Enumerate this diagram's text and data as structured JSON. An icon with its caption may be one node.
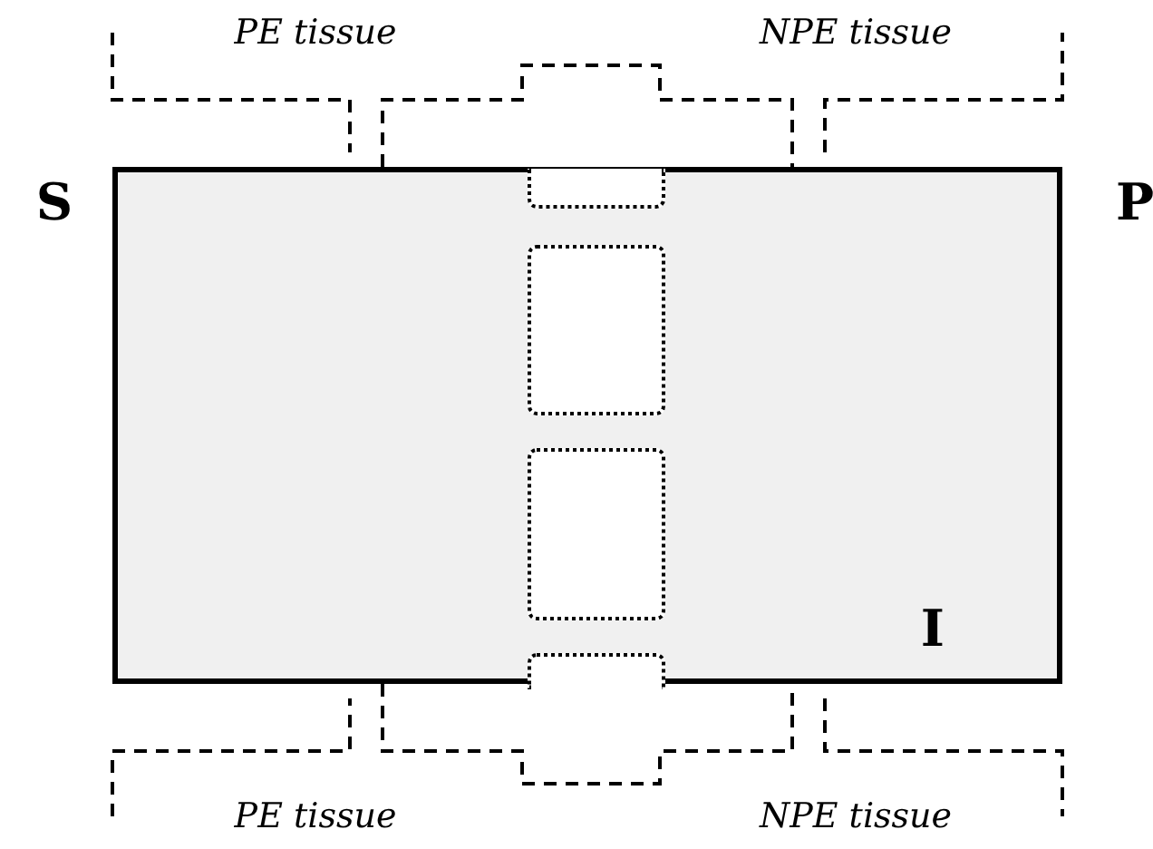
{
  "diagram": {
    "nodes": [
      {
        "text": [
          "I"
        ]
      },
      {
        "text": [],
        "shape": "box",
        "in": 0
      },
      {
        "text": [],
        "shape": "box",
        "in": 0
      },
      {
        "text": [],
        "shape": "box",
        "in": 0
      },
      {
        "text": [],
        "shape": "box",
        "in": 0
      }
    ],
    "edges": [],
    "labels": [
      "PE tissue",
      "NPE tissue",
      "S",
      "P",
      "PE tissue",
      "NPE tissue"
    ]
  }
}
